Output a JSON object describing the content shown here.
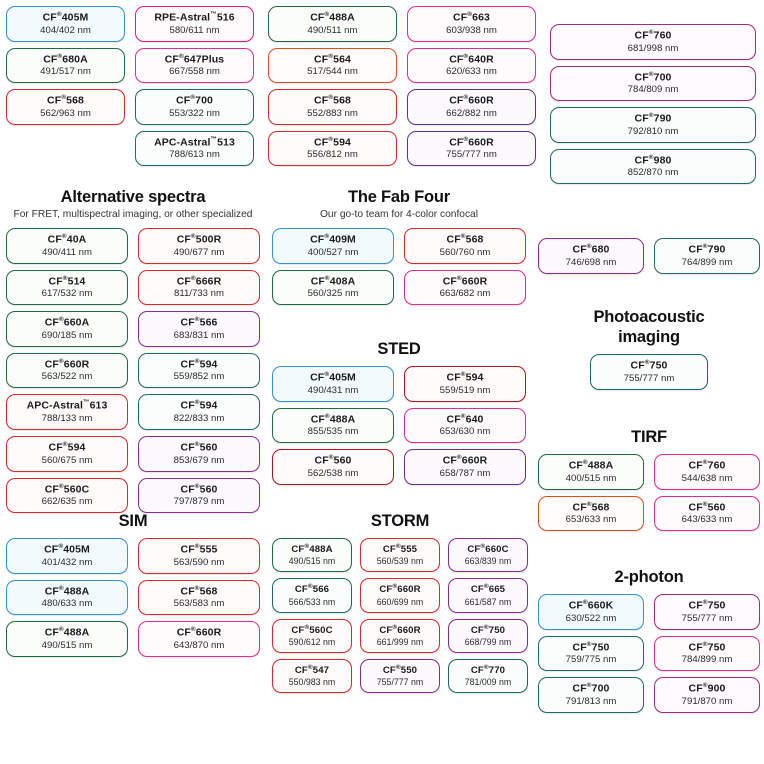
{
  "sections": {
    "top_left": {
      "columns": [
        {
          "chips": [
            {
              "name": "CF",
              "reg": "®",
              "num": "405M",
              "spec": "404/402 nm",
              "color": "c-blue"
            },
            {
              "name": "CF",
              "reg": "®",
              "num": "680A",
              "spec": "491/517 nm",
              "color": "c-green"
            },
            {
              "name": "CF",
              "reg": "®",
              "num": "568",
              "spec": "562/963 nm",
              "color": "c-red"
            }
          ]
        },
        {
          "chips": [
            {
              "name": "RPE-Astral",
              "reg": "™",
              "num": "516",
              "spec": "580/611 nm",
              "color": "c-magenta"
            },
            {
              "name": "CF",
              "reg": "®",
              "num": "647Plus",
              "spec": "667/558 nm",
              "color": "c-pink"
            },
            {
              "name": "CF",
              "reg": "®",
              "num": "700",
              "spec": "553/322 nm",
              "color": "c-teal"
            },
            {
              "name": "APC-Astral",
              "reg": "™",
              "num": "513",
              "spec": "788/613 nm",
              "color": "c-teal"
            }
          ]
        }
      ]
    },
    "top_mid": {
      "columns": [
        {
          "chips": [
            {
              "name": "CF",
              "reg": "®",
              "num": "488A",
              "spec": "490/511 nm",
              "color": "c-green"
            },
            {
              "name": "CF",
              "reg": "®",
              "num": "564",
              "spec": "517/544 nm",
              "color": "c-orange"
            },
            {
              "name": "CF",
              "reg": "®",
              "num": "568",
              "spec": "552/883 nm",
              "color": "c-red"
            },
            {
              "name": "CF",
              "reg": "®",
              "num": "594",
              "spec": "556/812 nm",
              "color": "c-red"
            }
          ]
        },
        {
          "chips": [
            {
              "name": "CF",
              "reg": "®",
              "num": "663",
              "spec": "603/938 nm",
              "color": "c-pink"
            },
            {
              "name": "CF",
              "reg": "®",
              "num": "640R",
              "spec": "620/633 nm",
              "color": "c-pink"
            },
            {
              "name": "CF",
              "reg": "®",
              "num": "660R",
              "spec": "662/882 nm",
              "color": "c-violet"
            },
            {
              "name": "CF",
              "reg": "®",
              "num": "660R",
              "spec": "755/777 nm",
              "color": "c-violet"
            }
          ]
        }
      ]
    },
    "top_right": {
      "chips": [
        {
          "name": "CF",
          "reg": "®",
          "num": "760",
          "spec": "681/998 nm",
          "color": "c-plum"
        },
        {
          "name": "CF",
          "reg": "®",
          "num": "700",
          "spec": "784/809 nm",
          "color": "c-plum"
        },
        {
          "name": "CF",
          "reg": "®",
          "num": "790",
          "spec": "792/810 nm",
          "color": "c-teal"
        },
        {
          "name": "CF",
          "reg": "®",
          "num": "980",
          "spec": "852/870 nm",
          "color": "c-teal"
        }
      ]
    },
    "alt_spectra": {
      "title": "Alternative spectra",
      "subtitle": "For FRET, multispectral imaging, or other specialized",
      "columns": [
        {
          "chips": [
            {
              "name": "CF",
              "reg": "®",
              "num": "40A",
              "spec": "490/411 nm",
              "color": "c-green"
            },
            {
              "name": "CF",
              "reg": "®",
              "num": "514",
              "spec": "617/532 nm",
              "color": "c-green"
            },
            {
              "name": "CF",
              "reg": "®",
              "num": "660A",
              "spec": "690/185 nm",
              "color": "c-green"
            },
            {
              "name": "CF",
              "reg": "®",
              "num": "660R",
              "spec": "563/522 nm",
              "color": "c-green"
            },
            {
              "name": "APC-Astral",
              "reg": "™",
              "num": "613",
              "spec": "788/133 nm",
              "color": "c-red"
            },
            {
              "name": "CF",
              "reg": "®",
              "num": "594",
              "spec": "560/675 nm",
              "color": "c-red"
            },
            {
              "name": "CF",
              "reg": "®",
              "num": "560C",
              "spec": "662/635 nm",
              "color": "c-red"
            }
          ]
        },
        {
          "chips": [
            {
              "name": "CF",
              "reg": "®",
              "num": "500R",
              "spec": "490/677 nm",
              "color": "c-red"
            },
            {
              "name": "CF",
              "reg": "®",
              "num": "666R",
              "spec": "811/733 nm",
              "color": "c-red"
            },
            {
              "name": "CF",
              "reg": "®",
              "num": "566",
              "spec": "683/831 nm",
              "color": "c-purple"
            },
            {
              "name": "CF",
              "reg": "®",
              "num": "594",
              "spec": "559/852 nm",
              "color": "c-teal"
            },
            {
              "name": "CF",
              "reg": "®",
              "num": "594",
              "spec": "822/833 nm",
              "color": "c-teal"
            },
            {
              "name": "CF",
              "reg": "®",
              "num": "560",
              "spec": "853/679 nm",
              "color": "c-purple"
            },
            {
              "name": "CF",
              "reg": "®",
              "num": "560",
              "spec": "797/879 nm",
              "color": "c-purple"
            }
          ]
        }
      ]
    },
    "fab_four": {
      "title": "The Fab Four",
      "subtitle": "Our go-to team for 4-color confocal",
      "columns": [
        {
          "chips": [
            {
              "name": "CF",
              "reg": "®",
              "num": "409M",
              "spec": "400/527 nm",
              "color": "c-blue"
            },
            {
              "name": "CF",
              "reg": "®",
              "num": "408A",
              "spec": "560/325 nm",
              "color": "c-green"
            }
          ]
        },
        {
          "chips": [
            {
              "name": "CF",
              "reg": "®",
              "num": "568",
              "spec": "560/760 nm",
              "color": "c-red"
            },
            {
              "name": "CF",
              "reg": "®",
              "num": "660R",
              "spec": "663/682 nm",
              "color": "c-pink"
            }
          ]
        }
      ]
    },
    "sted": {
      "title": "STED",
      "columns": [
        {
          "chips": [
            {
              "name": "CF",
              "reg": "®",
              "num": "405M",
              "spec": "490/431 nm",
              "color": "c-blue"
            },
            {
              "name": "CF",
              "reg": "®",
              "num": "488A",
              "spec": "855/535 nm",
              "color": "c-green"
            },
            {
              "name": "CF",
              "reg": "®",
              "num": "560",
              "spec": "562/538 nm",
              "color": "c-darkred"
            }
          ]
        },
        {
          "chips": [
            {
              "name": "CF",
              "reg": "®",
              "num": "594",
              "spec": "559/519 nm",
              "color": "c-darkred"
            },
            {
              "name": "CF",
              "reg": "®",
              "num": "640",
              "spec": "653/630 nm",
              "color": "c-pink"
            },
            {
              "name": "CF",
              "reg": "®",
              "num": "660R",
              "spec": "658/787 nm",
              "color": "c-violet"
            }
          ]
        }
      ]
    },
    "sim": {
      "title": "SIM",
      "columns": [
        {
          "chips": [
            {
              "name": "CF",
              "reg": "®",
              "num": "405M",
              "spec": "401/432 nm",
              "color": "c-blue"
            },
            {
              "name": "CF",
              "reg": "®",
              "num": "488A",
              "spec": "480/633 nm",
              "color": "c-blue"
            },
            {
              "name": "CF",
              "reg": "®",
              "num": "488A",
              "spec": "490/515 nm",
              "color": "c-green"
            }
          ]
        },
        {
          "chips": [
            {
              "name": "CF",
              "reg": "®",
              "num": "555",
              "spec": "563/590 nm",
              "color": "c-red"
            },
            {
              "name": "CF",
              "reg": "®",
              "num": "568",
              "spec": "563/583 nm",
              "color": "c-red"
            },
            {
              "name": "CF",
              "reg": "®",
              "num": "660R",
              "spec": "643/870 nm",
              "color": "c-pink"
            }
          ]
        }
      ]
    },
    "storm": {
      "title": "STORM",
      "columns": [
        {
          "chips": [
            {
              "name": "CF",
              "reg": "®",
              "num": "488A",
              "spec": "490/515 nm",
              "color": "c-green"
            },
            {
              "name": "CF",
              "reg": "®",
              "num": "566",
              "spec": "566/533 nm",
              "color": "c-teal"
            },
            {
              "name": "CF",
              "reg": "®",
              "num": "560C",
              "spec": "590/612 nm",
              "color": "c-red"
            },
            {
              "name": "CF",
              "reg": "®",
              "num": "547",
              "spec": "550/983 nm",
              "color": "c-red"
            }
          ]
        },
        {
          "chips": [
            {
              "name": "CF",
              "reg": "®",
              "num": "555",
              "spec": "560/539 nm",
              "color": "c-red"
            },
            {
              "name": "CF",
              "reg": "®",
              "num": "660R",
              "spec": "660/699 nm",
              "color": "c-red"
            },
            {
              "name": "CF",
              "reg": "®",
              "num": "660R",
              "spec": "661/999 nm",
              "color": "c-red"
            },
            {
              "name": "CF",
              "reg": "®",
              "num": "550",
              "spec": "755/777 nm",
              "color": "c-purple"
            }
          ]
        },
        {
          "chips": [
            {
              "name": "CF",
              "reg": "®",
              "num": "660C",
              "spec": "663/839 nm",
              "color": "c-purple"
            },
            {
              "name": "CF",
              "reg": "®",
              "num": "665",
              "spec": "661/587 nm",
              "color": "c-purple"
            },
            {
              "name": "CF",
              "reg": "®",
              "num": "750",
              "spec": "668/799 nm",
              "color": "c-purple"
            },
            {
              "name": "CF",
              "reg": "®",
              "num": "770",
              "spec": "781/009 nm",
              "color": "c-teal"
            }
          ]
        }
      ]
    },
    "mid_right": {
      "columns": [
        {
          "chips": [
            {
              "name": "CF",
              "reg": "®",
              "num": "680",
              "spec": "746/698 nm",
              "color": "c-purple"
            }
          ]
        },
        {
          "chips": [
            {
              "name": "CF",
              "reg": "®",
              "num": "790",
              "spec": "764/899 nm",
              "color": "c-teal"
            }
          ]
        }
      ]
    },
    "photoacoustic": {
      "title_line1": "Photoacoustic",
      "title_line2": "imaging",
      "chips": [
        {
          "name": "CF",
          "reg": "®",
          "num": "750",
          "spec": "755/777 nm",
          "color": "c-teal"
        }
      ]
    },
    "tirf": {
      "title": "TIRF",
      "columns": [
        {
          "chips": [
            {
              "name": "CF",
              "reg": "®",
              "num": "488A",
              "spec": "400/515 nm",
              "color": "c-green"
            },
            {
              "name": "CF",
              "reg": "®",
              "num": "568",
              "spec": "653/633 nm",
              "color": "c-orange"
            }
          ]
        },
        {
          "chips": [
            {
              "name": "CF",
              "reg": "®",
              "num": "760",
              "spec": "544/638 nm",
              "color": "c-pink"
            },
            {
              "name": "CF",
              "reg": "®",
              "num": "560",
              "spec": "643/633 nm",
              "color": "c-pink"
            }
          ]
        }
      ]
    },
    "two_photon": {
      "title": "2-photon",
      "columns": [
        {
          "chips": [
            {
              "name": "CF",
              "reg": "®",
              "num": "660K",
              "spec": "630/522 nm",
              "color": "c-blue"
            },
            {
              "name": "CF",
              "reg": "®",
              "num": "750",
              "spec": "759/775 nm",
              "color": "c-teal"
            },
            {
              "name": "CF",
              "reg": "®",
              "num": "700",
              "spec": "791/813 nm",
              "color": "c-teal"
            }
          ]
        },
        {
          "chips": [
            {
              "name": "CF",
              "reg": "®",
              "num": "750",
              "spec": "755/777 nm",
              "color": "c-plum"
            },
            {
              "name": "CF",
              "reg": "®",
              "num": "750",
              "spec": "784/899 nm",
              "color": "c-pink"
            },
            {
              "name": "CF",
              "reg": "®",
              "num": "900",
              "spec": "791/870 nm",
              "color": "c-plum"
            }
          ]
        }
      ]
    }
  }
}
